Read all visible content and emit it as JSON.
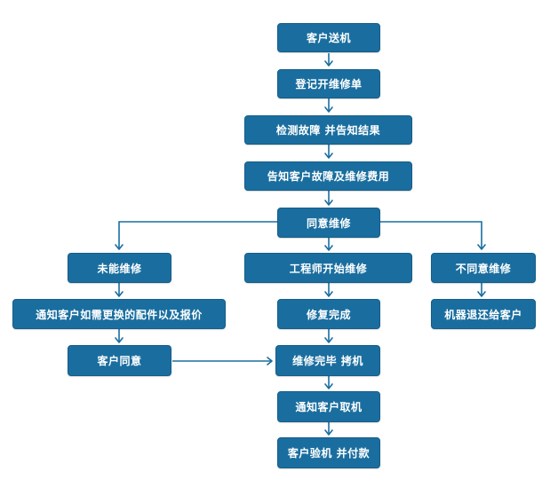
{
  "flow": {
    "send_machine": "客户送机",
    "register_order": "登记开维修单",
    "inspect_fault": "检测故障  并告知结果",
    "inform_cost": "告知客户故障及维修费用",
    "agree_repair": "同意维修",
    "cannot_repair": "未能维修",
    "notify_parts_quote": "通知客户如需更换的配件以及报价",
    "customer_agree": "客户同意",
    "engineer_start": "工程师开始维修",
    "repair_complete": "修复完成",
    "repair_done_test": "维修完毕  拷机",
    "notify_pickup": "通知客户取机",
    "inspect_and_pay": "客户验机  并付款",
    "disagree_repair": "不同意维修",
    "return_machine": "机器退还给客户"
  },
  "colors": {
    "node_fill": "#1a6e9f",
    "connector": "#1a6e9f",
    "text": "#ffffff"
  }
}
